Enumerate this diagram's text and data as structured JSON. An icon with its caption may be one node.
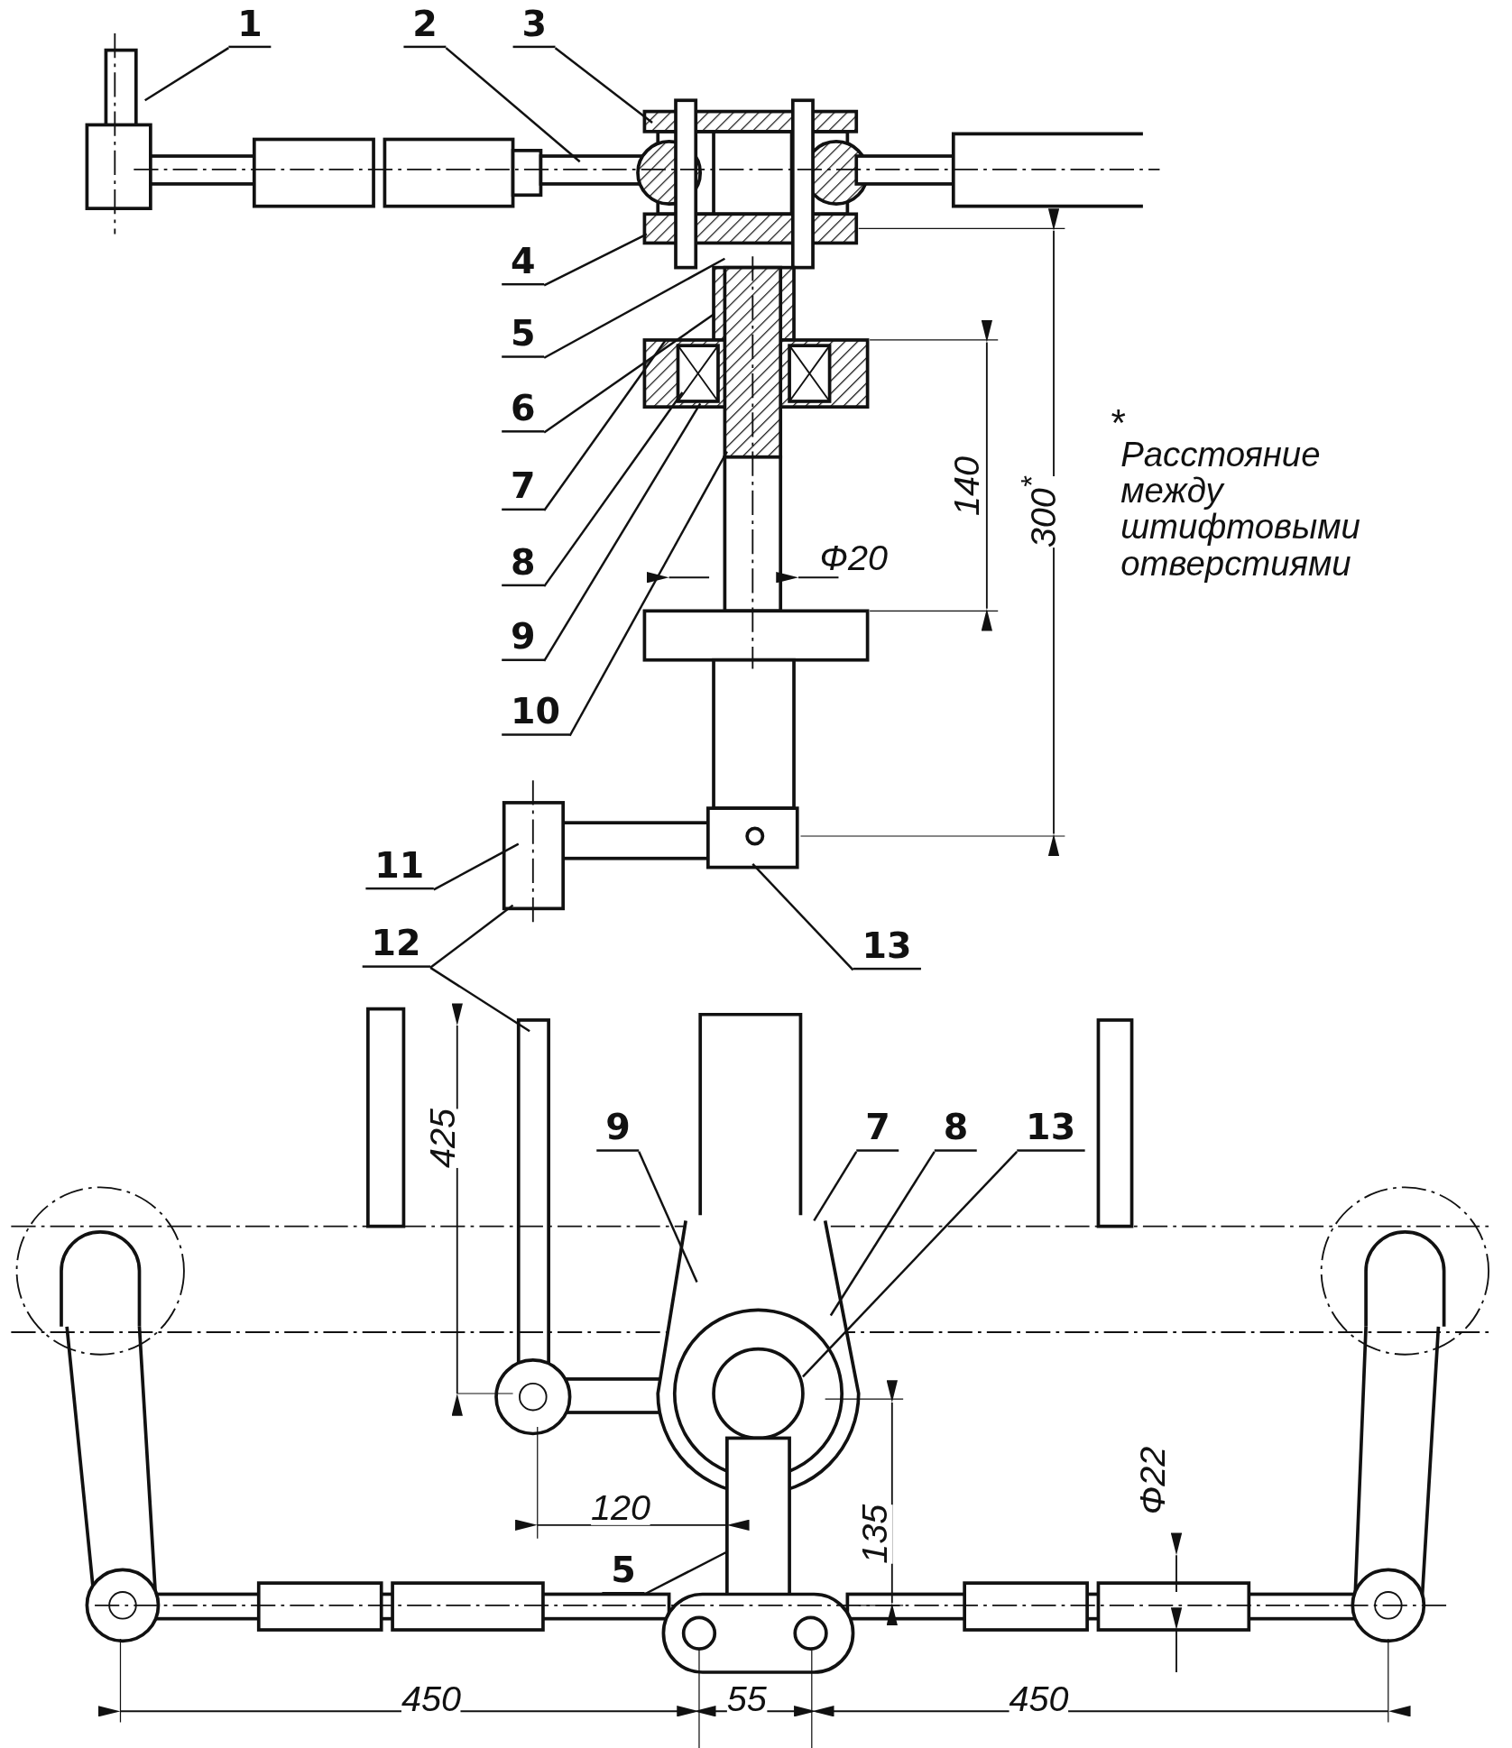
{
  "diagram": {
    "nodes": [
      {
        "text": [
          "1"
        ]
      },
      {
        "text": [
          "2"
        ]
      },
      {
        "text": [
          "3"
        ]
      },
      {
        "text": [
          "4"
        ]
      },
      {
        "text": [
          "5"
        ]
      },
      {
        "text": [
          "6"
        ]
      },
      {
        "text": [
          "7"
        ]
      },
      {
        "text": [
          "8"
        ]
      },
      {
        "text": [
          "9"
        ]
      },
      {
        "text": [
          "10"
        ]
      },
      {
        "text": [
          "11"
        ]
      },
      {
        "text": [
          "12"
        ]
      },
      {
        "text": [
          "13"
        ]
      },
      {
        "text": [
          "9"
        ]
      },
      {
        "text": [
          "7"
        ]
      },
      {
        "text": [
          "8"
        ]
      },
      {
        "text": [
          "13"
        ]
      },
      {
        "text": [
          "5"
        ]
      }
    ],
    "edges": [
      {
        "from": 0,
        "to": null,
        "arrow": "none"
      },
      {
        "from": 1,
        "to": null,
        "arrow": "none"
      },
      {
        "from": 2,
        "to": null,
        "arrow": "none"
      },
      {
        "from": 3,
        "to": null,
        "arrow": "none"
      },
      {
        "from": 4,
        "to": null,
        "arrow": "none"
      },
      {
        "from": 5,
        "to": null,
        "arrow": "none"
      },
      {
        "from": 6,
        "to": null,
        "arrow": "none"
      },
      {
        "from": 7,
        "to": null,
        "arrow": "none"
      },
      {
        "from": 8,
        "to": null,
        "arrow": "none"
      },
      {
        "from": 9,
        "to": null,
        "arrow": "none"
      },
      {
        "from": 10,
        "to": null,
        "arrow": "none"
      },
      {
        "from": 11,
        "to": null,
        "arrow": "none"
      },
      {
        "from": 11,
        "to": null,
        "arrow": "none"
      },
      {
        "from": 12,
        "to": null,
        "arrow": "none"
      },
      {
        "from": 13,
        "to": null,
        "arrow": "none"
      },
      {
        "from": 14,
        "to": null,
        "arrow": "none"
      },
      {
        "from": 15,
        "to": null,
        "arrow": "none"
      },
      {
        "from": 16,
        "to": null,
        "arrow": "none"
      },
      {
        "from": 17,
        "to": null,
        "arrow": "none"
      }
    ],
    "labels": [
      "*",
      "Расстояние между штифтовыми отверстиями",
      "140",
      "300$^{*}$",
      "Ф20",
      "425",
      "120",
      "135",
      "Ф22",
      "450",
      "55",
      "450"
    ]
  }
}
